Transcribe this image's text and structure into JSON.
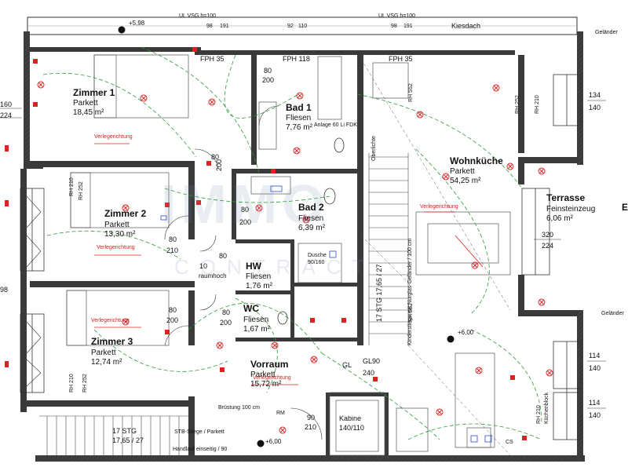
{
  "watermark": {
    "brand": "IMMO",
    "sub": "CONTRACT"
  },
  "top": {
    "elev_left": "+5,98",
    "ul_vsg_left": "UL VSG h=100",
    "ul_vsg_right": "UL VSG h=100",
    "kiesdach": "Kiesdach",
    "gelaender_tr": "Geländer",
    "win_left": [
      "98",
      "191"
    ],
    "win_mid": [
      "92",
      "110"
    ],
    "win_right": [
      "98",
      "191"
    ],
    "fph_left": "FPH 35",
    "fph_mid": "FPH 118",
    "fph_right": "FPH 35",
    "b80": "80",
    "b200": "200"
  },
  "rooms": {
    "zimmer1": {
      "name": "Zimmer 1",
      "floor": "Parkett",
      "area": "18,45 m²"
    },
    "bad1": {
      "name": "Bad 1",
      "floor": "Fliesen",
      "area": "7,76 m²"
    },
    "wohnkueche": {
      "name": "Wohnküche",
      "floor": "Parkett",
      "area": "54,25 m²"
    },
    "zimmer2": {
      "name": "Zimmer 2",
      "floor": "Parkett",
      "area": "13,30 m²"
    },
    "bad2": {
      "name": "Bad 2",
      "floor": "Fliesen",
      "area": "6,39 m²"
    },
    "terrasse": {
      "name": "Terrasse",
      "floor": "Feinsteinzeug",
      "area": "6,06 m²"
    },
    "hw": {
      "name": "HW",
      "floor": "Fliesen",
      "area": "1,76 m²"
    },
    "wc": {
      "name": "WC",
      "floor": "Fliesen",
      "area": "1,67 m²"
    },
    "zimmer3": {
      "name": "Zimmer 3",
      "floor": "Parkett",
      "area": "12,74 m²"
    },
    "vorraum": {
      "name": "Vorraum",
      "floor": "Parkett",
      "area": "15,72 m²"
    }
  },
  "labels": {
    "verlegerichtung": "Verlegerichtung",
    "anlage": "Anlage 60 Li FDK",
    "dusche1": "Dusche",
    "dusche2": "90/160",
    "raumhoch": "raumhoch",
    "kabine1": "Kabine",
    "kabine2": "140/110",
    "stg": "17 STG",
    "stg_ratio": "17,65 / 27",
    "stb_stiege": "STB-Stiege / Parkett",
    "handlauf": "Handlauf einseitig / 90",
    "bruestung": "Brüstung 100 cm",
    "rm": "RM",
    "elev_mid": "+6,00",
    "elev_bottom": "+6,00",
    "gl90": "GL90",
    "gl": "GL",
    "d240": "240",
    "kv_gelaender": "Kinderstiege mit Nurglas-Geländer / 100 cm",
    "rh552_a": "RH 552",
    "rh552_b": "RH 552",
    "rh252_a": "RH 252",
    "rh252_b": "RH 252",
    "rh252_c": "RH 252",
    "rh210_a": "RH 210",
    "rh210_b": "RH 210",
    "rh210_c": "RH 210",
    "rh210_d": "RH 210",
    "oberlichte": "Oberlichte",
    "kueche_label": "Küchenblock",
    "stg_vert": "17 STG 17,65 / 27",
    "gelaender_r": "Geländer",
    "cs": "CS"
  },
  "dims": {
    "l160": "160",
    "l224": "224",
    "l98": "98",
    "r134": "134",
    "r140a": "140",
    "r320": "320",
    "r224": "224",
    "r114a": "114",
    "r140b": "140",
    "r114b": "114",
    "r140c": "140",
    "d80a": "80",
    "d200a": "200",
    "d80b": "80",
    "d200b": "200",
    "d80c": "80",
    "d210c": "210",
    "d80d": "80",
    "d10d": "10",
    "d80e": "80",
    "d200e": "200",
    "d80f": "80",
    "d200f": "200",
    "d90": "90",
    "d210": "210",
    "e_left": "E"
  }
}
